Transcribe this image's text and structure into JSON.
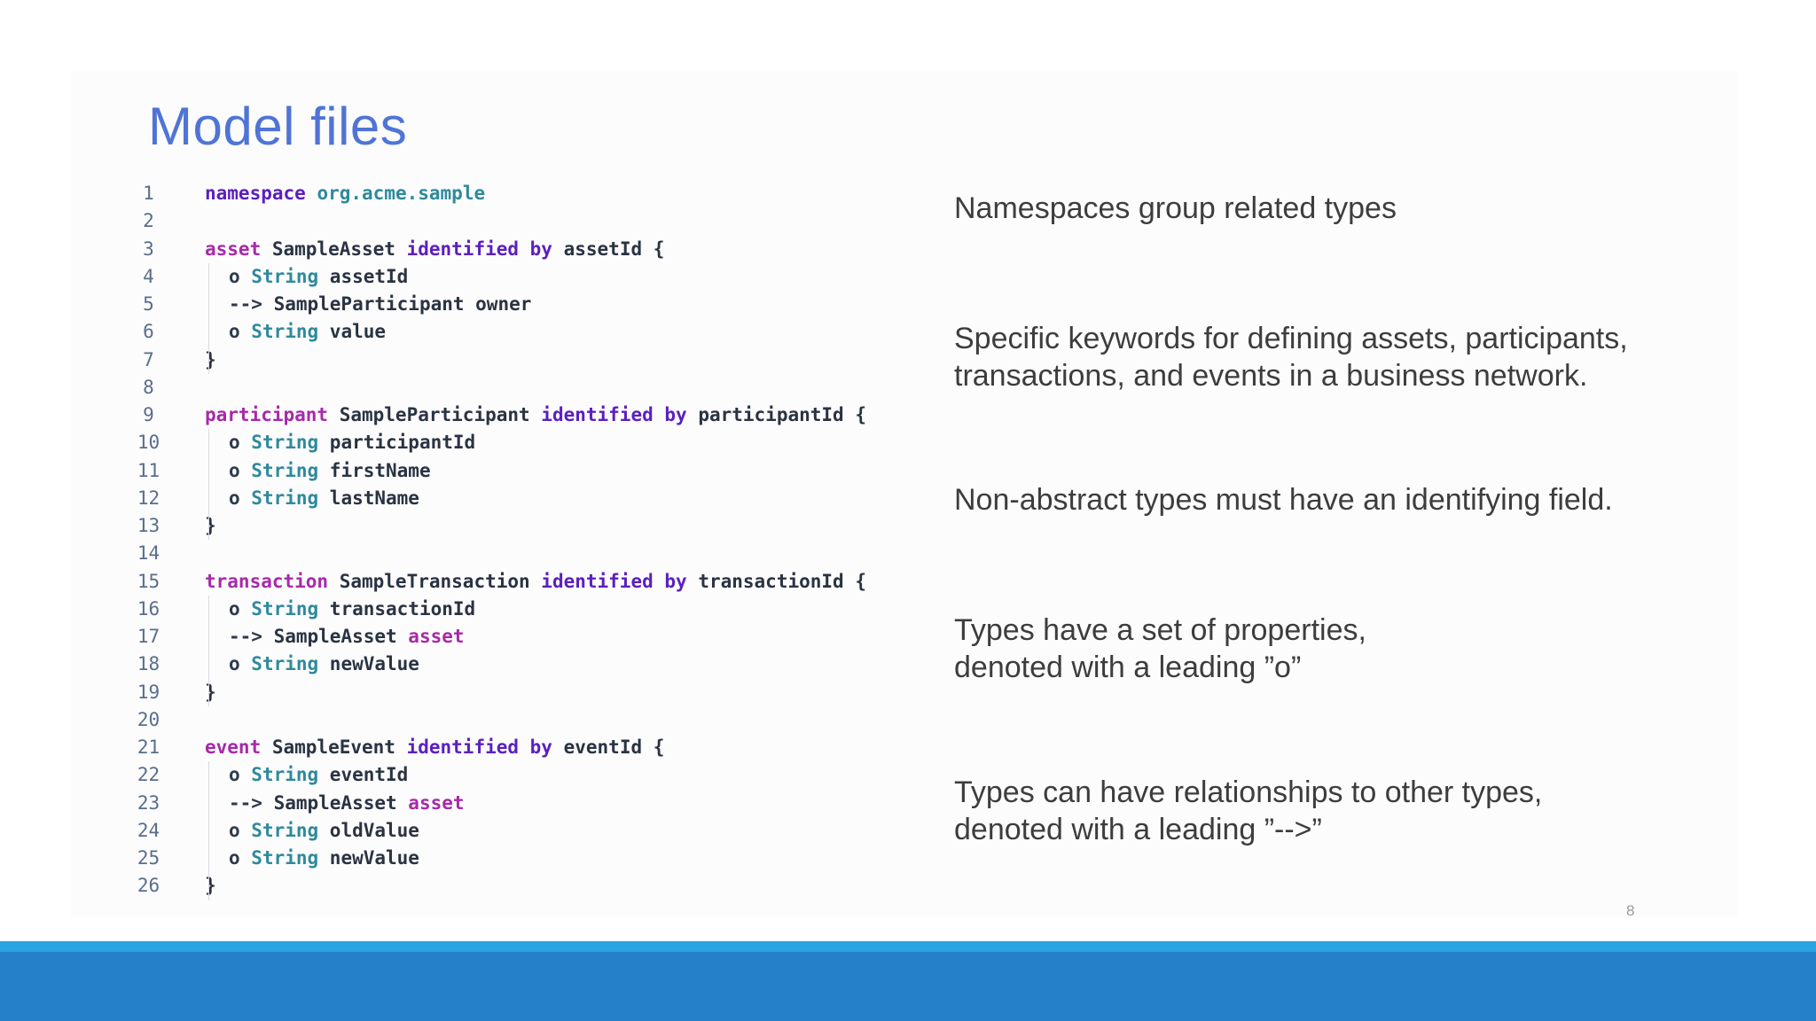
{
  "slide": {
    "title": "Model files",
    "page_number": "8"
  },
  "code": {
    "lines": [
      {
        "n": "1",
        "indent": 0,
        "tokens": [
          [
            "kw2",
            "namespace"
          ],
          [
            "txt",
            " "
          ],
          [
            "gray",
            "org.acme.sample"
          ]
        ]
      },
      {
        "n": "2",
        "indent": 0,
        "tokens": []
      },
      {
        "n": "3",
        "indent": 0,
        "tokens": [
          [
            "kw",
            "asset"
          ],
          [
            "txt",
            " SampleAsset "
          ],
          [
            "kw2",
            "identified by"
          ],
          [
            "txt",
            " assetId {"
          ]
        ]
      },
      {
        "n": "4",
        "indent": 1,
        "tokens": [
          [
            "o",
            "o "
          ],
          [
            "gray",
            "String"
          ],
          [
            "txt",
            " assetId"
          ]
        ]
      },
      {
        "n": "5",
        "indent": 1,
        "tokens": [
          [
            "o",
            "--> "
          ],
          [
            "txt",
            "SampleParticipant owner"
          ]
        ]
      },
      {
        "n": "6",
        "indent": 1,
        "tokens": [
          [
            "o",
            "o "
          ],
          [
            "gray",
            "String"
          ],
          [
            "txt",
            " value"
          ]
        ]
      },
      {
        "n": "7",
        "indent": 0,
        "tokens": [
          [
            "txt",
            "}"
          ]
        ]
      },
      {
        "n": "8",
        "indent": 0,
        "tokens": []
      },
      {
        "n": "9",
        "indent": 0,
        "tokens": [
          [
            "kw",
            "participant"
          ],
          [
            "txt",
            " SampleParticipant "
          ],
          [
            "kw2",
            "identified by"
          ],
          [
            "txt",
            " participantId {"
          ]
        ]
      },
      {
        "n": "10",
        "indent": 1,
        "tokens": [
          [
            "o",
            "o "
          ],
          [
            "gray",
            "String"
          ],
          [
            "txt",
            " participantId"
          ]
        ]
      },
      {
        "n": "11",
        "indent": 1,
        "tokens": [
          [
            "o",
            "o "
          ],
          [
            "gray",
            "String"
          ],
          [
            "txt",
            " firstName"
          ]
        ]
      },
      {
        "n": "12",
        "indent": 1,
        "tokens": [
          [
            "o",
            "o "
          ],
          [
            "gray",
            "String"
          ],
          [
            "txt",
            " lastName"
          ]
        ]
      },
      {
        "n": "13",
        "indent": 0,
        "tokens": [
          [
            "txt",
            "}"
          ]
        ]
      },
      {
        "n": "14",
        "indent": 0,
        "tokens": []
      },
      {
        "n": "15",
        "indent": 0,
        "tokens": [
          [
            "kw",
            "transaction"
          ],
          [
            "txt",
            " SampleTransaction "
          ],
          [
            "kw2",
            "identified by"
          ],
          [
            "txt",
            " transactionId {"
          ]
        ]
      },
      {
        "n": "16",
        "indent": 1,
        "tokens": [
          [
            "o",
            "o "
          ],
          [
            "gray",
            "String"
          ],
          [
            "txt",
            " transactionId"
          ]
        ]
      },
      {
        "n": "17",
        "indent": 1,
        "tokens": [
          [
            "o",
            "--> "
          ],
          [
            "txt",
            "SampleAsset "
          ],
          [
            "kw",
            "asset"
          ]
        ]
      },
      {
        "n": "18",
        "indent": 1,
        "tokens": [
          [
            "o",
            "o "
          ],
          [
            "gray",
            "String"
          ],
          [
            "txt",
            " newValue"
          ]
        ]
      },
      {
        "n": "19",
        "indent": 0,
        "tokens": [
          [
            "txt",
            "}"
          ]
        ]
      },
      {
        "n": "20",
        "indent": 0,
        "tokens": []
      },
      {
        "n": "21",
        "indent": 0,
        "tokens": [
          [
            "kw",
            "event"
          ],
          [
            "txt",
            " SampleEvent "
          ],
          [
            "kw2",
            "identified by"
          ],
          [
            "txt",
            " eventId {"
          ]
        ]
      },
      {
        "n": "22",
        "indent": 1,
        "tokens": [
          [
            "o",
            "o "
          ],
          [
            "gray",
            "String"
          ],
          [
            "txt",
            " eventId"
          ]
        ]
      },
      {
        "n": "23",
        "indent": 1,
        "tokens": [
          [
            "o",
            "--> "
          ],
          [
            "txt",
            "SampleAsset "
          ],
          [
            "kw",
            "asset"
          ]
        ]
      },
      {
        "n": "24",
        "indent": 1,
        "tokens": [
          [
            "o",
            "o "
          ],
          [
            "gray",
            "String"
          ],
          [
            "txt",
            " oldValue"
          ]
        ]
      },
      {
        "n": "25",
        "indent": 1,
        "tokens": [
          [
            "o",
            "o "
          ],
          [
            "gray",
            "String"
          ],
          [
            "txt",
            " newValue"
          ]
        ]
      },
      {
        "n": "26",
        "indent": 0,
        "tokens": [
          [
            "txt",
            "}"
          ]
        ]
      }
    ]
  },
  "notes": [
    {
      "lines": [
        "Namespaces group related types"
      ]
    },
    {
      "lines": [
        "Specific keywords for defining assets, participants,",
        "transactions, and events in a business network."
      ]
    },
    {
      "lines": [
        "Non-abstract types must have an identifying field."
      ]
    },
    {
      "lines": [
        "Types have a set of properties,",
        "denoted with a leading ”o”"
      ]
    },
    {
      "lines": [
        "Types can have relationships to other types,",
        "denoted with a leading ”-->”"
      ]
    }
  ],
  "colors": {
    "title": "#4f74d6",
    "keyword": "#a72aa8",
    "keyword2": "#5b1fbf",
    "type": "#2e8a9b",
    "footer_bar": "#2680c9",
    "footer_accent": "#2aa3e2"
  }
}
